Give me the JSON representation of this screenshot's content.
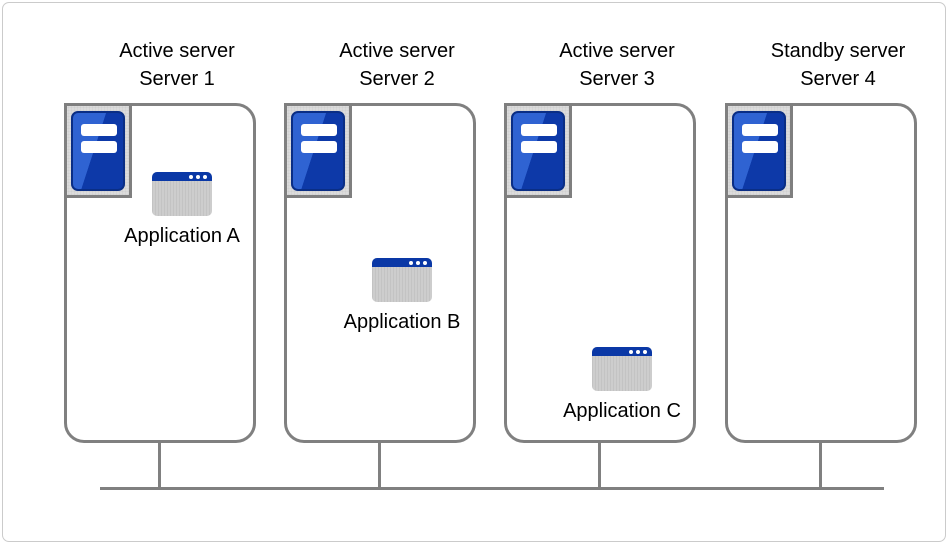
{
  "diagram": {
    "kind": "server-cluster-diagram",
    "servers": [
      {
        "role": "Active server",
        "name": "Server 1",
        "application": "Application A"
      },
      {
        "role": "Active server",
        "name": "Server 2",
        "application": "Application B"
      },
      {
        "role": "Active server",
        "name": "Server 3",
        "application": "Application C"
      },
      {
        "role": "Standby server",
        "name": "Server 4",
        "application": ""
      }
    ],
    "icons": {
      "server": "server-tower-icon",
      "application": "app-window-icon"
    },
    "colors": {
      "box_border": "#808080",
      "connector_line": "#808080",
      "server_icon_blue_light": "#2f63d2",
      "server_icon_blue_dark": "#0d39a8",
      "server_icon_border": "#0a2e85",
      "icon_plate_gray": "#dcdcdc",
      "app_titlebar_blue": "#0a38a6",
      "app_body_gray": "#c9c9c9",
      "frame_border": "#cbcbcb"
    }
  }
}
